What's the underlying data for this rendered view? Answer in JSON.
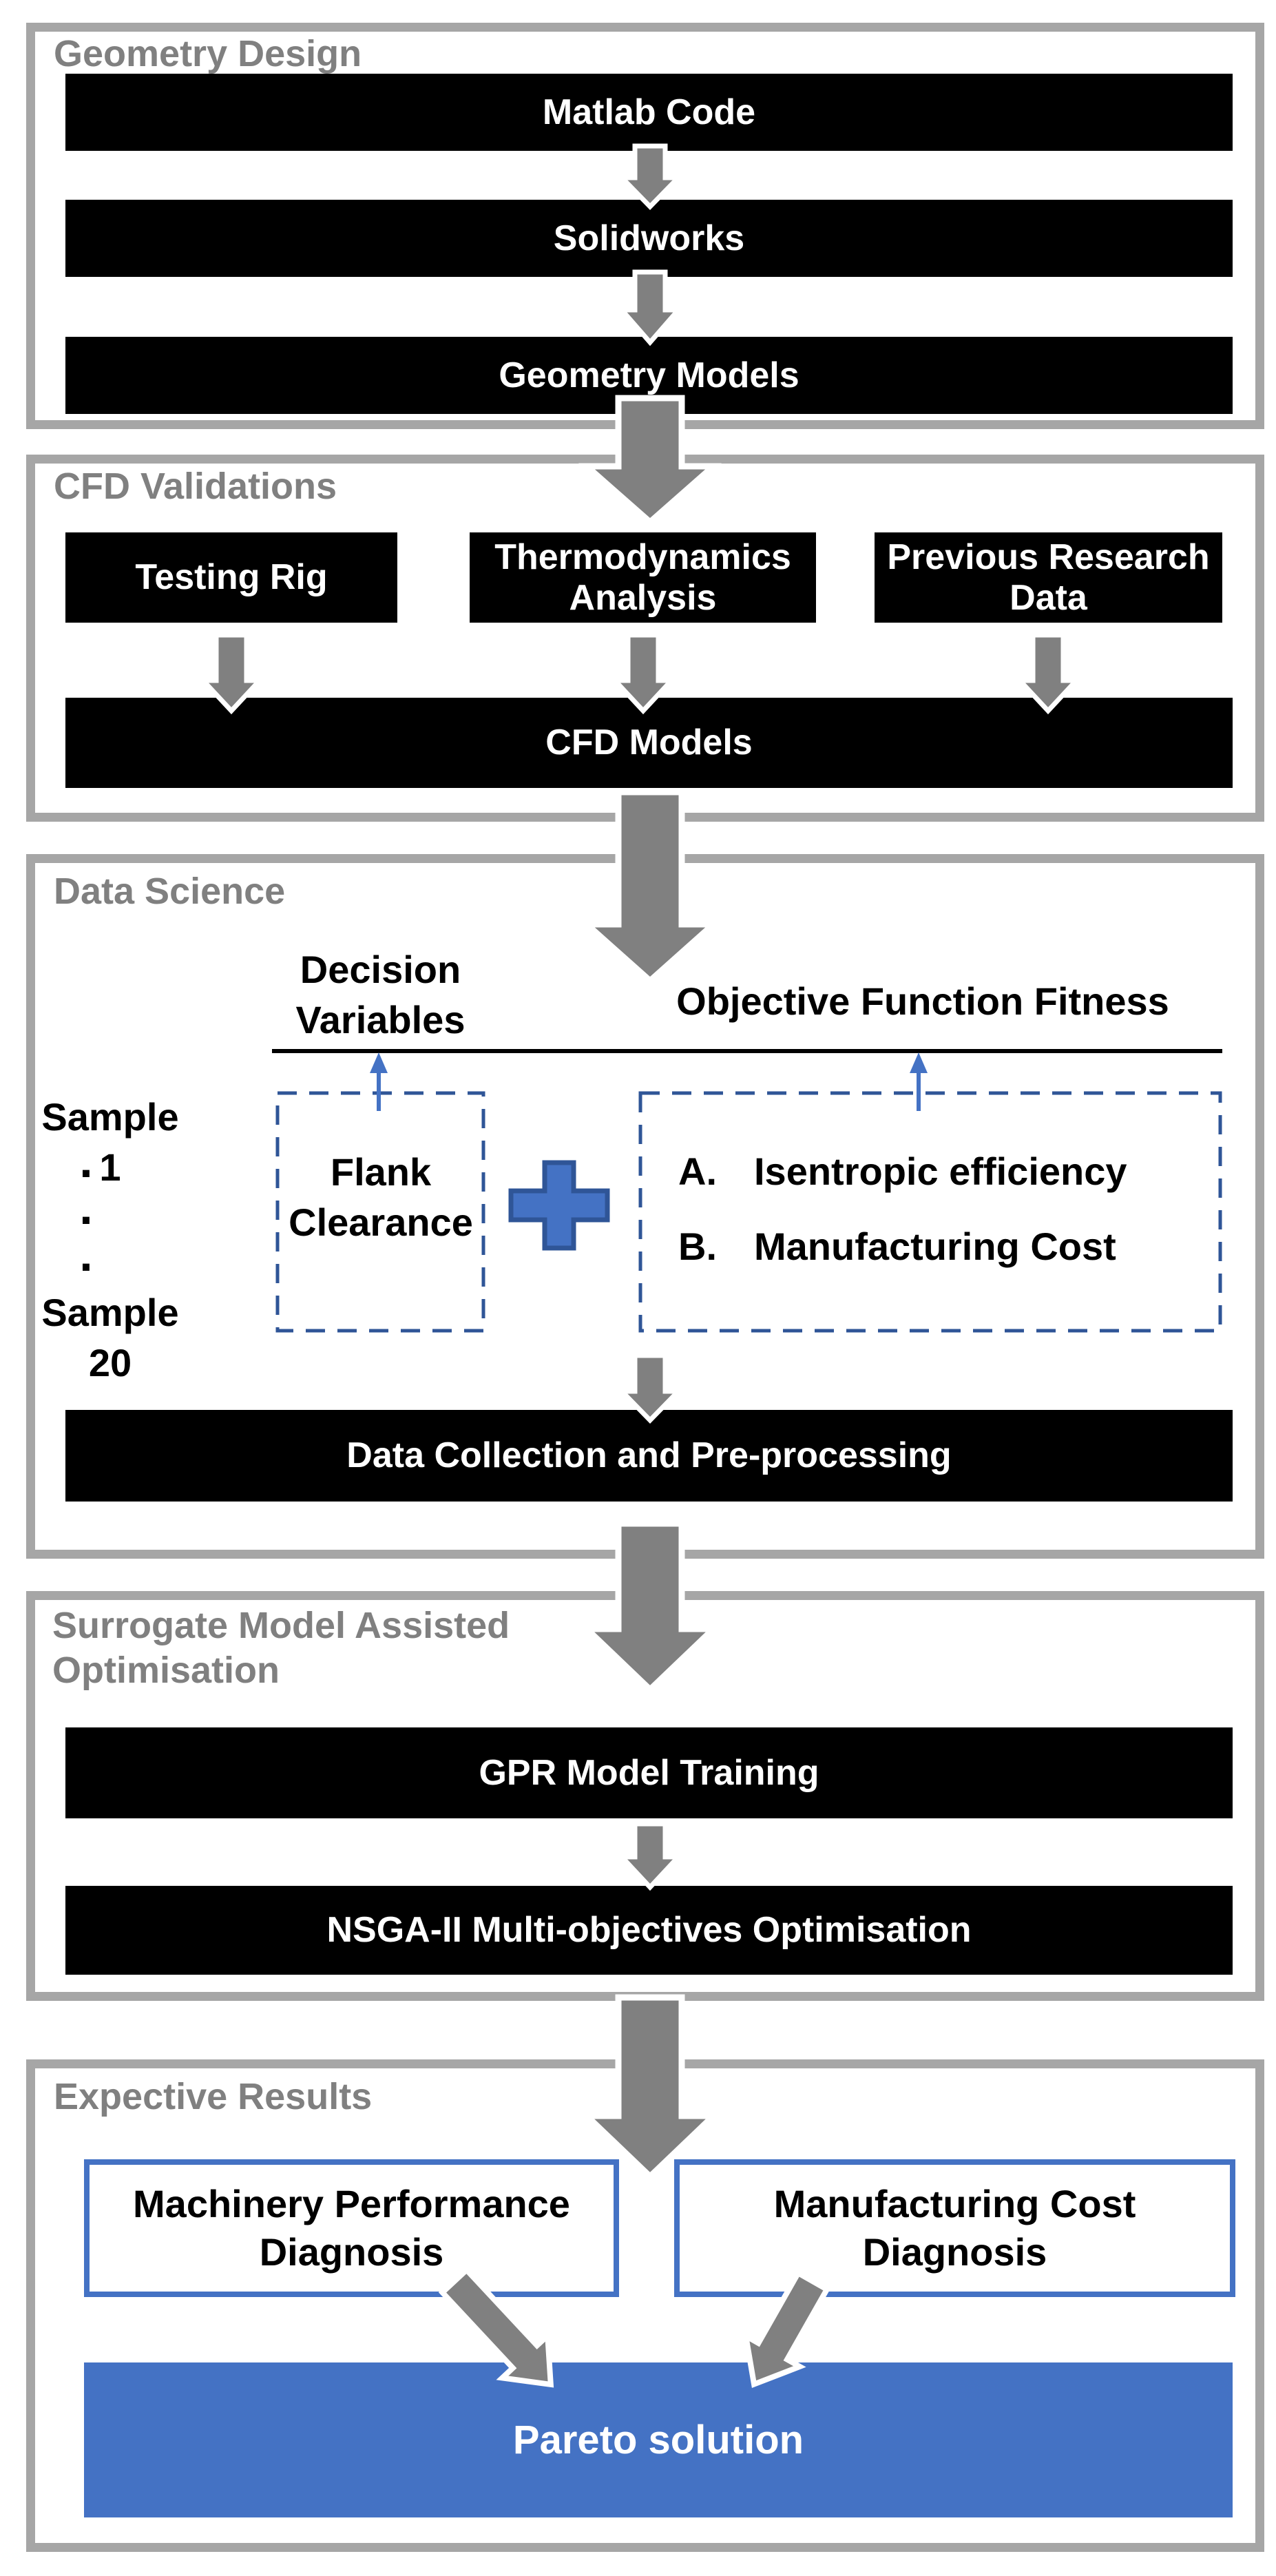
{
  "colors": {
    "accent-blue": "#4472c4",
    "deep-blue": "#2f5597",
    "arrow-gray": "#808080",
    "label-gray": "#808080",
    "border-gray": "#a6a6a6",
    "box-black": "#000000"
  },
  "sections": {
    "geometry_design": {
      "label": "Geometry Design",
      "steps": {
        "matlab": "Matlab Code",
        "solidworks": "Solidworks",
        "geometry_models": "Geometry Models"
      }
    },
    "cfd_validations": {
      "label": "CFD Validations",
      "testing_rig": "Testing Rig",
      "thermodynamics": "Thermodynamics Analysis",
      "previous_research": "Previous Research Data",
      "cfd_models": "CFD Models"
    },
    "data_science": {
      "label": "Data Science",
      "decision_header": "Decision Variables",
      "objective_header": "Objective Function Fitness",
      "sample_first": "Sample 1",
      "sample_last": "Sample 20",
      "dot": ".",
      "flank_clearance": "Flank Clearance",
      "objective_items": [
        {
          "marker": "A.",
          "text": "Isentropic efficiency"
        },
        {
          "marker": "B.",
          "text": "Manufacturing Cost"
        }
      ],
      "data_collection": "Data Collection and Pre-processing"
    },
    "surrogate": {
      "label": "Surrogate Model Assisted Optimisation",
      "gpr": "GPR Model Training",
      "nsga": "NSGA-II Multi-objectives Optimisation"
    },
    "expective_results": {
      "label": "Expective Results",
      "machinery": "Machinery Performance Diagnosis",
      "manufacturing": "Manufacturing Cost Diagnosis",
      "pareto": "Pareto solution"
    }
  },
  "icons": {
    "big_down_arrow": "thick gray down arrow with white outline",
    "small_down_arrow": "small gray down arrow with white outline",
    "diagonal_down_arrow": "gray diagonal arrow with white outline",
    "blue_up_arrow": "thin blue up arrow",
    "plus_icon": "blue plus sign"
  }
}
